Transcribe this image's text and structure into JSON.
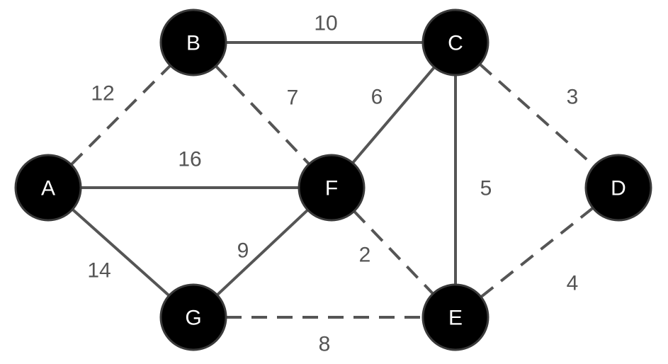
{
  "graph": {
    "type": "weighted-undirected-graph",
    "nodes": [
      {
        "id": "A",
        "label": "A"
      },
      {
        "id": "B",
        "label": "B"
      },
      {
        "id": "C",
        "label": "C"
      },
      {
        "id": "D",
        "label": "D"
      },
      {
        "id": "E",
        "label": "E"
      },
      {
        "id": "F",
        "label": "F"
      },
      {
        "id": "G",
        "label": "G"
      }
    ],
    "edges": [
      {
        "from": "B",
        "to": "C",
        "weight": "10",
        "style": "solid"
      },
      {
        "from": "A",
        "to": "B",
        "weight": "12",
        "style": "dashed"
      },
      {
        "from": "B",
        "to": "F",
        "weight": "7",
        "style": "dashed"
      },
      {
        "from": "C",
        "to": "F",
        "weight": "6",
        "style": "solid"
      },
      {
        "from": "C",
        "to": "D",
        "weight": "3",
        "style": "dashed"
      },
      {
        "from": "A",
        "to": "F",
        "weight": "16",
        "style": "solid"
      },
      {
        "from": "C",
        "to": "E",
        "weight": "5",
        "style": "solid"
      },
      {
        "from": "A",
        "to": "G",
        "weight": "14",
        "style": "solid"
      },
      {
        "from": "G",
        "to": "F",
        "weight": "9",
        "style": "solid"
      },
      {
        "from": "F",
        "to": "E",
        "weight": "2",
        "style": "dashed"
      },
      {
        "from": "E",
        "to": "D",
        "weight": "4",
        "style": "dashed"
      },
      {
        "from": "G",
        "to": "E",
        "weight": "8",
        "style": "dashed"
      }
    ]
  }
}
